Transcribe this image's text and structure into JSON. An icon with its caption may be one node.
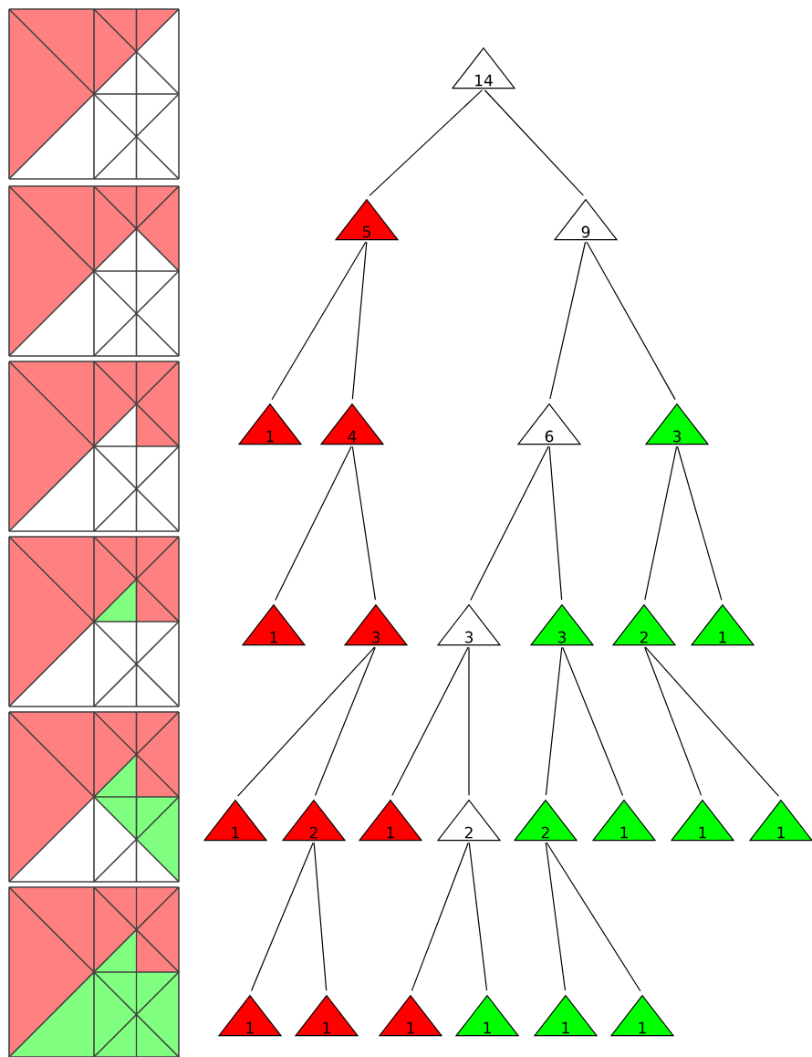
{
  "diagram": {
    "nodes": [
      {
        "text": [
          "14"
        ]
      },
      {
        "text": [
          "5"
        ]
      },
      {
        "text": [
          "9"
        ]
      },
      {
        "text": [
          "1"
        ]
      },
      {
        "text": [
          "4"
        ]
      },
      {
        "text": [
          "6"
        ]
      },
      {
        "text": [
          "3"
        ]
      },
      {
        "text": [
          "1"
        ]
      },
      {
        "text": [
          "3"
        ]
      },
      {
        "text": [
          "3"
        ]
      },
      {
        "text": [
          "3"
        ]
      },
      {
        "text": [
          "2"
        ]
      },
      {
        "text": [
          "1"
        ]
      },
      {
        "text": [
          "1"
        ]
      },
      {
        "text": [
          "2"
        ]
      },
      {
        "text": [
          "1"
        ]
      },
      {
        "text": [
          "2"
        ]
      },
      {
        "text": [
          "2"
        ]
      },
      {
        "text": [
          "1"
        ]
      },
      {
        "text": [
          "1"
        ]
      },
      {
        "text": [
          "1"
        ]
      },
      {
        "text": [
          "1"
        ]
      },
      {
        "text": [
          "1"
        ]
      },
      {
        "text": [
          "1"
        ]
      },
      {
        "text": [
          "1"
        ]
      },
      {
        "text": [
          "1"
        ]
      },
      {
        "text": [
          "1"
        ]
      }
    ],
    "edges": [
      {
        "from": 0,
        "to": 1,
        "arrow": "none"
      },
      {
        "from": 0,
        "to": 2,
        "arrow": "none"
      },
      {
        "from": 1,
        "to": 3,
        "arrow": "none"
      },
      {
        "from": 1,
        "to": 4,
        "arrow": "none"
      },
      {
        "from": 2,
        "to": 5,
        "arrow": "none"
      },
      {
        "from": 2,
        "to": 6,
        "arrow": "none"
      },
      {
        "from": 4,
        "to": 7,
        "arrow": "none"
      },
      {
        "from": 4,
        "to": 8,
        "arrow": "none"
      },
      {
        "from": 5,
        "to": 9,
        "arrow": "none"
      },
      {
        "from": 5,
        "to": 10,
        "arrow": "none"
      },
      {
        "from": 6,
        "to": 11,
        "arrow": "none"
      },
      {
        "from": 6,
        "to": 12,
        "arrow": "none"
      },
      {
        "from": 8,
        "to": 13,
        "arrow": "none"
      },
      {
        "from": 8,
        "to": 14,
        "arrow": "none"
      },
      {
        "from": 9,
        "to": 15,
        "arrow": "none"
      },
      {
        "from": 9,
        "to": 16,
        "arrow": "none"
      },
      {
        "from": 10,
        "to": 17,
        "arrow": "none"
      },
      {
        "from": 10,
        "to": 18,
        "arrow": "none"
      },
      {
        "from": 11,
        "to": 19,
        "arrow": "none"
      },
      {
        "from": 11,
        "to": 20,
        "arrow": "none"
      },
      {
        "from": 14,
        "to": 21,
        "arrow": "none"
      },
      {
        "from": 14,
        "to": 22,
        "arrow": "none"
      },
      {
        "from": 16,
        "to": 23,
        "arrow": "none"
      },
      {
        "from": 16,
        "to": 24,
        "arrow": "none"
      },
      {
        "from": 17,
        "to": 25,
        "arrow": "none"
      },
      {
        "from": 17,
        "to": 26,
        "arrow": "none"
      }
    ]
  }
}
